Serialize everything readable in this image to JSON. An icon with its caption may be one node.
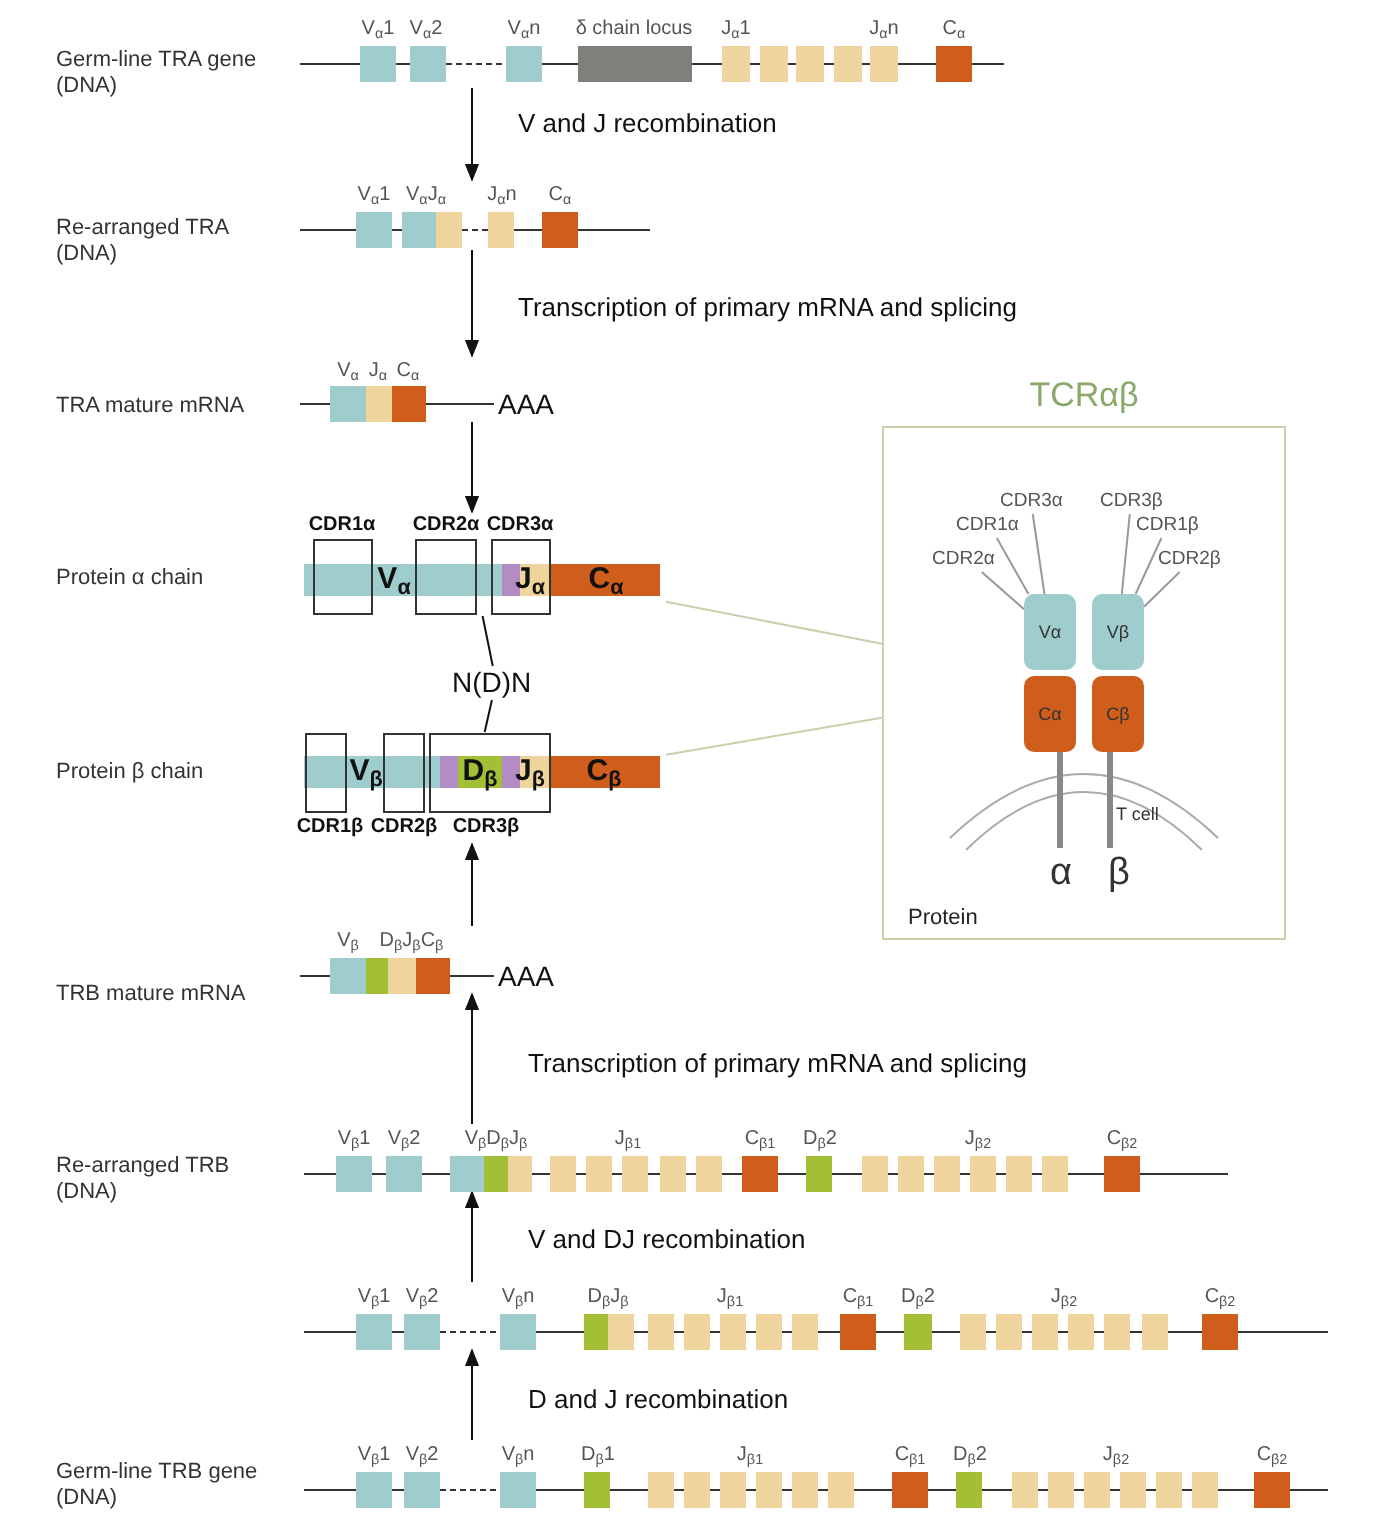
{
  "diagram": {
    "nodes": [
      {
        "text": [
          "V$_{α}$1",
          "V$_{α}$2",
          "V$_{α}$n",
          "δ chain locus",
          "J$_{α}$1",
          "J$_{α}$n",
          "C$_{α}$"
        ],
        "beside": [
          "Germ-line TRA gene (DNA)"
        ]
      },
      {
        "text": [
          "V$_{α}$1",
          "V$_{α}$J$_{α}$",
          "J$_{α}$n",
          "C$_{α}$"
        ],
        "beside": [
          "Re-arranged TRA (DNA)"
        ]
      },
      {
        "text": [
          "V$_{α}$",
          "J$_{α}$",
          "C$_{α}$",
          "AAA"
        ],
        "beside": [
          "TRA mature mRNA"
        ]
      },
      {
        "text": [
          "CDR1α",
          "CDR2α",
          "CDR3α",
          "V$_{α}$",
          "J$_{α}$",
          "C$_{α}$"
        ]
      },
      {
        "text": [
          "N(D)N"
        ]
      },
      {
        "text": [
          "V$_{β}$",
          "D$_{β}$",
          "J$_{β}$",
          "C$_{β}$",
          "CDR1β",
          "CDR2β",
          "CDR3β"
        ]
      },
      {
        "text": [
          "V$_{β}$",
          "D$_{β}$J$_{β}$",
          "C$_{β}$",
          "AAA"
        ],
        "beside": [
          "TRB mature mRNA"
        ]
      },
      {
        "text": [
          "V$_{β}$1",
          "V$_{β}$2",
          "V$_{β}$D$_{β}$J$_{β}$",
          "J$_{β1}$",
          "C$_{β1}$",
          "D$_{β}$2",
          "J$_{β2}$",
          "C$_{β2}$"
        ],
        "beside": [
          "Re-arranged TRB (DNA)"
        ]
      },
      {
        "text": [
          "V$_{β}$1",
          "V$_{β}$2",
          "V$_{β}$n",
          "D$_{β}$J$_{β}$",
          "J$_{β1}$",
          "C$_{β1}$",
          "D$_{β}$2",
          "J$_{β2}$",
          "C$_{β2}$"
        ]
      },
      {
        "text": [
          "V$_{β}$1",
          "V$_{β}$2",
          "V$_{β}$n",
          "D$_{β}$1",
          "J$_{β1}$",
          "C$_{β1}$",
          "D$_{β}$2",
          "J$_{β2}$",
          "C$_{β2}$"
        ],
        "beside": [
          "Germ-line TRB gene (DNA)"
        ]
      },
      {
        "text": [
          "TCRαβ",
          "Protein"
        ]
      },
      {
        "text": [
          "Vα"
        ],
        "in": 10
      },
      {
        "text": [
          "Cα"
        ],
        "in": 10
      },
      {
        "text": [
          "Vβ"
        ],
        "in": 10
      },
      {
        "text": [
          "Cβ"
        ],
        "in": 10
      },
      {
        "text": [
          "CDR3α"
        ],
        "in": 10
      },
      {
        "text": [
          "CDR3β"
        ],
        "in": 10
      },
      {
        "text": [
          "CDR1α"
        ],
        "in": 10
      },
      {
        "text": [
          "CDR1β"
        ],
        "in": 10
      },
      {
        "text": [
          "CDR2α"
        ],
        "in": 10
      },
      {
        "text": [
          "CDR2β"
        ],
        "in": 10
      }
    ],
    "edges": [
      {
        "from": 0,
        "to": 1,
        "arrow": "to",
        "label": "V and J recombination"
      },
      {
        "from": 1,
        "to": 2,
        "arrow": "to",
        "label": "Transcription of primary mRNA and splicing"
      },
      {
        "from": 2,
        "to": 3,
        "arrow": "to"
      },
      {
        "from": 4,
        "to": 3,
        "arrow": "none"
      },
      {
        "from": 4,
        "to": 5,
        "arrow": "none"
      },
      {
        "from": 3,
        "to": 10,
        "arrow": "none",
        "color": "#c5d2ad"
      },
      {
        "from": 5,
        "to": 10,
        "arrow": "none",
        "color": "#c5d2ad"
      },
      {
        "from": 6,
        "to": 5,
        "arrow": "to"
      },
      {
        "from": 7,
        "to": 6,
        "arrow": "to",
        "label": "Transcription of primary mRNA and splicing"
      },
      {
        "from": 8,
        "to": 7,
        "arrow": "to",
        "label": "V and DJ recombination"
      },
      {
        "from": 9,
        "to": 8,
        "arrow": "to",
        "label": "D and J recombination"
      },
      {
        "from": 15,
        "to": 11,
        "arrow": "none",
        "color": "#999999"
      },
      {
        "from": 16,
        "to": 13,
        "arrow": "none",
        "color": "#999999"
      },
      {
        "from": 17,
        "to": 11,
        "arrow": "none",
        "color": "#999999"
      },
      {
        "from": 18,
        "to": 13,
        "arrow": "none",
        "color": "#999999"
      },
      {
        "from": 19,
        "to": 11,
        "arrow": "none",
        "color": "#999999"
      },
      {
        "from": 20,
        "to": 13,
        "arrow": "none",
        "color": "#999999"
      }
    ],
    "labels": [
      "Protein α chain",
      "Protein β chain",
      "T cell",
      "α",
      "β"
    ]
  }
}
